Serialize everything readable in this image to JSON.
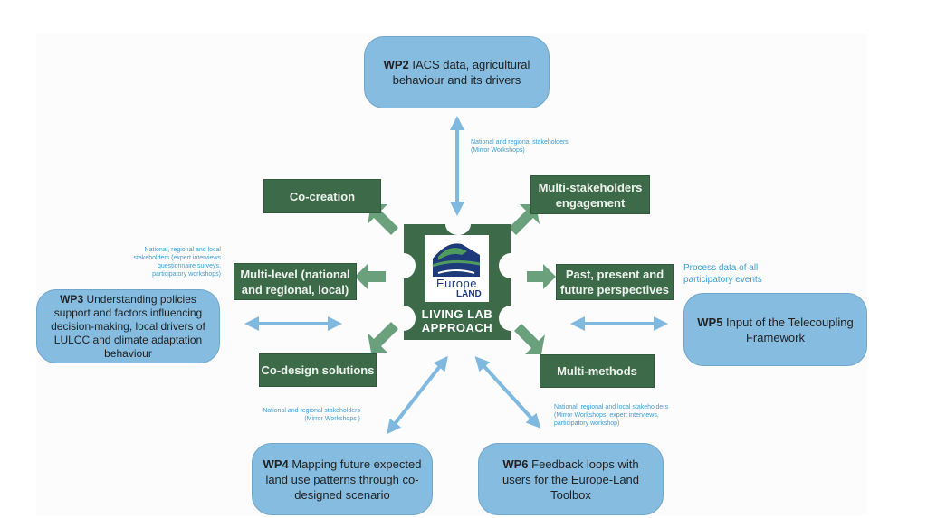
{
  "center": {
    "logo_top": "Europe",
    "logo_bottom": "LAND",
    "line1": "LIVING LAB",
    "line2": "APPROACH"
  },
  "work_packages": {
    "wp2": {
      "code": "WP2",
      "text": " IACS data, agricultural behaviour and its drivers"
    },
    "wp3": {
      "code": "WP3",
      "text": " Understanding policies support and factors influencing decision-making, local drivers of LULCC and climate adaptation behaviour"
    },
    "wp4": {
      "code": "WP4",
      "text": " Mapping future expected land use patterns through co-designed scenario"
    },
    "wp5": {
      "code": "WP5",
      "text": " Input of the Telecoupling Framework"
    },
    "wp6": {
      "code": "WP6",
      "text": " Feedback loops with users for the Europe-Land Toolbox"
    }
  },
  "principles": {
    "co_creation": "Co-creation",
    "multi_stakeholders": "Multi-stakeholders engagement",
    "multi_level": "Multi-level (national and regional, local)",
    "past_present_future": "Past, present and future perspectives",
    "co_design": "Co-design solutions",
    "multi_methods": "Multi-methods"
  },
  "notes": {
    "wp2": "National and regional stakeholders (Mirror Workshops)",
    "wp3": "National, regional and local stakeholders (expert interviews questionnaire surveys, participatory workshops)",
    "wp4": "National and regional stakeholders (Mirror Workshops )",
    "wp5": "Process data of all participatory events",
    "wp6": "National, regional and local stakeholders (Mirror Workshops, expert interviews, participatory workshop)"
  },
  "colors": {
    "wp_box": "#85bce0",
    "principle_box": "#3d6b4a",
    "connector_arrow": "#7fb9e0",
    "principle_arrow": "#6aa07c",
    "note_text": "#3b9ed6"
  }
}
